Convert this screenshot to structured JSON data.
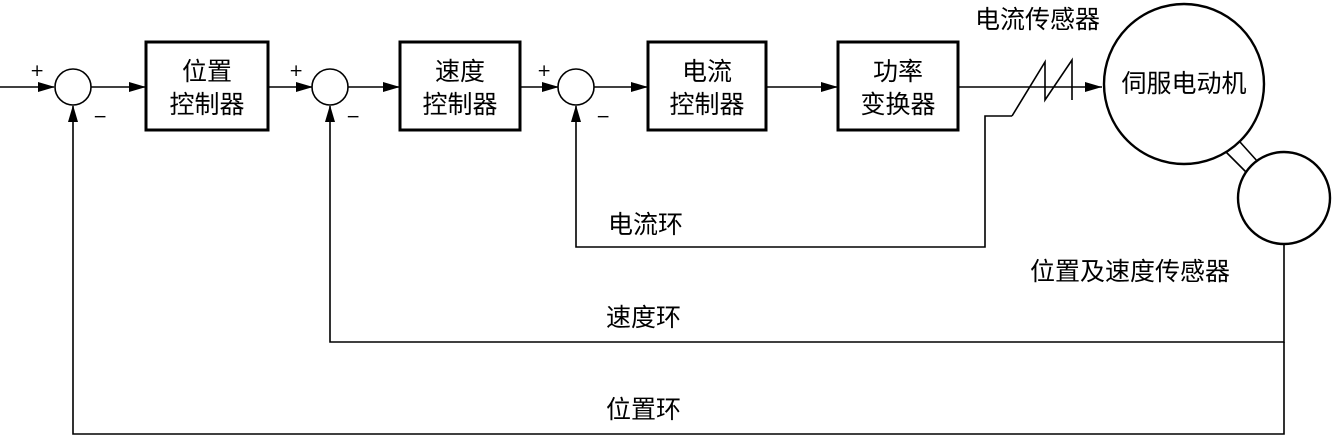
{
  "blocks": {
    "position_controller": [
      "位置",
      "控制器"
    ],
    "speed_controller": [
      "速度",
      "控制器"
    ],
    "current_controller": [
      "电流",
      "控制器"
    ],
    "power_converter": [
      "功率",
      "变换器"
    ]
  },
  "signs": {
    "plus": "+",
    "minus": "−"
  },
  "motor": {
    "label": "伺服电动机"
  },
  "sensors": {
    "current_sensor": "电流传感器",
    "position_speed_sensor": "位置及速度传感器"
  },
  "loops": {
    "current_loop": "电流环",
    "speed_loop": "速度环",
    "position_loop": "位置环"
  }
}
